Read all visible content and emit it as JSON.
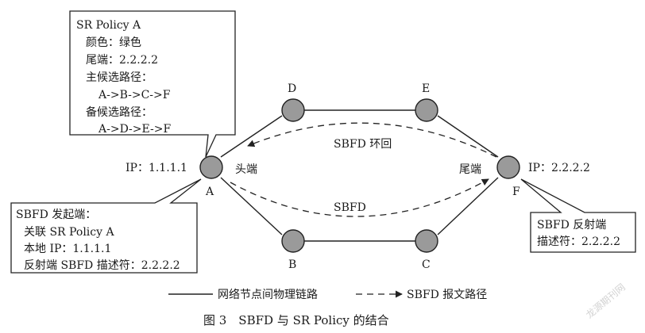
{
  "callouts": {
    "policy": {
      "title": "SR Policy A",
      "lines": [
        "颜色：绿色",
        "尾端：2.2.2.2",
        "主候选路径：",
        "A->B->C->F",
        "备候选路径：",
        "A->D->E->F"
      ]
    },
    "initiator": {
      "title": "SBFD 发起端：",
      "lines": [
        "关联 SR Policy A",
        "本地 IP：1.1.1.1",
        "反射端 SBFD 描述符：2.2.2.2"
      ]
    },
    "reflector": {
      "lines": [
        "SBFD 反射端",
        "描述符：2.2.2.2"
      ]
    }
  },
  "nodes": {
    "A": {
      "label": "A",
      "ip": "IP：1.1.1.1",
      "role": "头端"
    },
    "B": {
      "label": "B"
    },
    "C": {
      "label": "C"
    },
    "D": {
      "label": "D"
    },
    "E": {
      "label": "E"
    },
    "F": {
      "label": "F",
      "ip": "IP：2.2.2.2",
      "role": "尾端"
    }
  },
  "paths": {
    "loop_label": "SBFD 环回",
    "forward_label": "SBFD"
  },
  "legend": {
    "physical": "网络节点间物理链路",
    "sbfd": "SBFD 报文路径"
  },
  "caption": "图 3　SBFD 与 SR Policy 的结合",
  "watermark": "龙源期刊网",
  "colors": {
    "node_fill": "#9a9a9a",
    "line": "#222222"
  }
}
